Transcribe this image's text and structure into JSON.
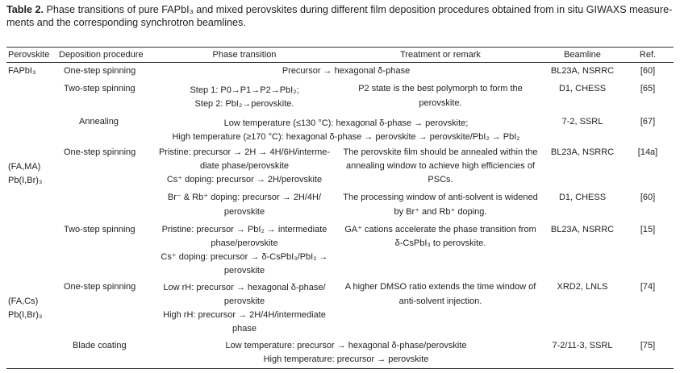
{
  "caption": {
    "label": "Table 2.",
    "text_line1": "Phase transitions of pure FAPbI₃ and mixed perovskites during different film deposition procedures obtained from in situ GIWAXS measure-",
    "text_line2": "ments and the corresponding synchrotron beamlines."
  },
  "headers": {
    "perovskite": "Perovskite",
    "procedure": "Deposition procedure",
    "transition": "Phase transition",
    "remark": "Treatment or remark",
    "beamline": "Beamline",
    "ref": "Ref."
  },
  "rows": {
    "r1": {
      "perovskite": "FAPbI₃",
      "procedure": "One-step spinning",
      "transition": "Precursor → hexagonal δ-phase",
      "beamline": "BL23A, NSRRC",
      "ref": "[60]"
    },
    "r2": {
      "procedure": "Two-step spinning",
      "transition_l1": "Step 1: P0→P1→P2→PbI₂;",
      "transition_l2": "Step 2: PbI₂→perovskite.",
      "remark_l1": "P2 state is the best polymorph to form the",
      "remark_l2": "perovskite.",
      "beamline": "D1, CHESS",
      "ref": "[65]"
    },
    "r3": {
      "procedure": "Annealing",
      "transition_l1": "Low temperature (≤130 °C): hexagonal δ-phase → perovskite;",
      "transition_l2": "High temperature (≥170 °C): hexagonal δ-phase → perovskite → perovskite/PbI₂ → PbI₂",
      "beamline": "7-2, SSRL",
      "ref": "[67]"
    },
    "g2": {
      "perovskite_l1": "(FA,MA)",
      "perovskite_l2": "Pb(I,Br)₃"
    },
    "r4": {
      "procedure": "One-step spinning",
      "transition_l1": "Pristine: precursor → 2H → 4H/6H/interme-",
      "transition_l2": "diate phase/perovskite",
      "transition_l3": "Cs⁺ doping: precursor → 2H/perovskite",
      "remark_l1": "The perovskite film should be annealed within the",
      "remark_l2": "annealing window to achieve high efficiencies of",
      "remark_l3": "PSCs.",
      "beamline": "BL23A, NSRRC",
      "ref": "[14a]"
    },
    "r5": {
      "transition_l1": "Br⁻ & Rb⁺ doping: precursor → 2H/4H/",
      "transition_l2": "perovskite",
      "remark_l1": "The processing window of anti-solvent is widened",
      "remark_l2": "by Br⁺ and Rb⁺ doping.",
      "beamline": "D1, CHESS",
      "ref": "[60]"
    },
    "r6": {
      "procedure": "Two-step spinning",
      "transition_l1": "Pristine: precursor → PbI₂ → intermediate",
      "transition_l2": "phase/perovskite",
      "transition_l3": "Cs⁺ doping: precursor → δ-CsPbI₃/PbI₂ →",
      "transition_l4": "perovskite",
      "remark_l1": "GA⁺ cations accelerate the phase transition from",
      "remark_l2": "δ-CsPbI₃ to perovskite.",
      "beamline": "BL23A, NSRRC",
      "ref": "[15]"
    },
    "g3": {
      "perovskite_l1": "(FA,Cs)",
      "perovskite_l2": "Pb(I,Br)₃"
    },
    "r7": {
      "procedure": "One-step spinning",
      "transition_l1": "Low rH: precursor → hexagonal δ-phase/",
      "transition_l2": "perovskite",
      "transition_l3": "High rH: precursor → 2H/4H/intermediate",
      "transition_l4": "phase",
      "remark_l1": "A higher DMSO ratio extends the time window of",
      "remark_l2": "anti-solvent injection.",
      "beamline": "XRD2, LNLS",
      "ref": "[74]"
    },
    "r8": {
      "procedure": "Blade coating",
      "transition_l1": "Low temperature: precursor → hexagonal δ-phase/perovskite",
      "transition_l2": "High temperature: precursor → perovskite",
      "beamline": "7-2/11-3, SSRL",
      "ref": "[75]"
    }
  }
}
